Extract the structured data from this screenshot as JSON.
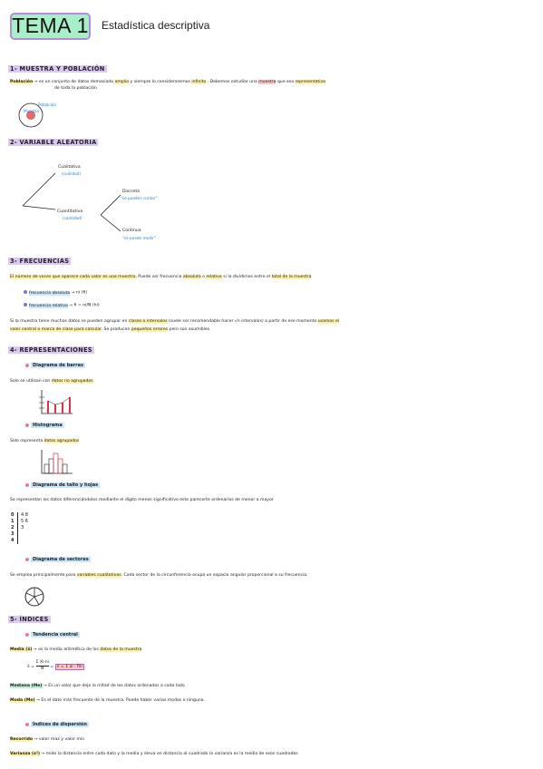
{
  "header": {
    "title": "TEMA 1",
    "subtitle": "Estadística descriptiva"
  },
  "s1": {
    "heading": "1- MUESTRA Y POBLACIÓN",
    "line1_a": "Población",
    "line1_b": "→ es un conjunto de datos demasiado",
    "line1_c": "amplio",
    "line1_d": "y siempre lo consideraremos",
    "line1_e": "infinito",
    "line1_f": ". Debemos estudiar una",
    "line1_g": "muestra",
    "line1_h": "que sea",
    "line1_i": "representativa",
    "line2": "de toda la población",
    "fig_pop": "Población",
    "fig_sample": "Muestra"
  },
  "s2": {
    "heading": "2- VARIABLE ALEATORIA",
    "cual": "Cualitativa",
    "cual_sub": "(cualidad)",
    "cuant": "Cuantitativa",
    "cuant_sub": "(cantidad)",
    "disc": "Discreta",
    "disc_sub": "\"se pueden contar\"",
    "cont": "Continua",
    "cont_sub": "\"se puede medir\""
  },
  "s3": {
    "heading": "3- FRECUENCIAS",
    "line1_a": "El número de veces que aparece cada valor es una muestra.",
    "line1_b": "Puede ser frecuencia",
    "line1_c": "absoluta",
    "line1_d": "o",
    "line1_e": "relativa",
    "line1_f": "si la dividimos entre el",
    "line1_g": "total de la muestra",
    "b1_a": "frecuencia absoluta",
    "b1_b": "→ ni (fi)",
    "b2_a": "frecuencia relativa",
    "b2_b": "→ fi = ni/N (hi)",
    "p1_a": "Si la muestra tiene muchos datos se pueden agrupar en",
    "p1_b": "clases o intervalos",
    "p1_c": "(suele ser recomendable hacer √n intervalos) a partir de ese momento",
    "p1_d": "usamos el",
    "p2_a": "valor central o marca de clase para calcular",
    "p2_b": ". Se producen",
    "p2_c": "pequeños errores",
    "p2_d": "pero son asumibles."
  },
  "s4": {
    "heading": "4- REPRESENTACIONES",
    "bar_title": "Diagrama de barras",
    "bar_desc_a": "Solo se utilizan con",
    "bar_desc_b": "datos no agrupados",
    "hist_title": "Histograma",
    "hist_desc_a": "Solo representa",
    "hist_desc_b": "datos agrupados",
    "stem_title": "Diagrama de tallo y hojas",
    "stem_desc": "Se representan los datos diferenciándolos mediante el dígito menos significativo este parecerte ordenarlos de menor a mayor",
    "stem_rows": [
      {
        "stem": "0",
        "leaves": "4 8"
      },
      {
        "stem": "1",
        "leaves": "5 6"
      },
      {
        "stem": "2",
        "leaves": "3"
      },
      {
        "stem": "3",
        "leaves": ""
      },
      {
        "stem": "4",
        "leaves": ""
      }
    ],
    "pie_title": "Diagrama de sectores",
    "pie_desc_a": "Se emplea principalmente para",
    "pie_desc_b": "variables cualitativas",
    "pie_desc_c": ". Cada sector de la circunferencia ocupa un espacio angular proporcional a su frecuencia."
  },
  "s5": {
    "heading": "5- ÍNDICES",
    "tc_title": "Tendencia central",
    "media_a": "Media (x̄)",
    "media_b": "→ es la media aritmética de los",
    "media_c": "datos de la muestra",
    "formula_lhs": "x̄ =",
    "formula_num": "Σ Xi·ni",
    "formula_den": "N",
    "formula_eq": "=",
    "formula_rhs": "x̄ = Σ xi · fi/i",
    "mediana_a": "Mediana (Me)",
    "mediana_b": "→ Es un valor que deja la mitad de los datos ordenados a cada lado",
    "moda_a": "Moda (Mo)",
    "moda_b": "→ Es el dato más frecuente de la muestra. Puede haber varias modas o ninguna.",
    "disp_title": "Índices de dispersión",
    "rec_a": "Recorrido",
    "rec_b": "→ valor max y valor min",
    "var_a": "Varianza (s²)",
    "var_b": "→ mide la distancia entre cada dato y la media y eleva en distancia al cuadrado la varianza es la media de esos cuadrados"
  }
}
